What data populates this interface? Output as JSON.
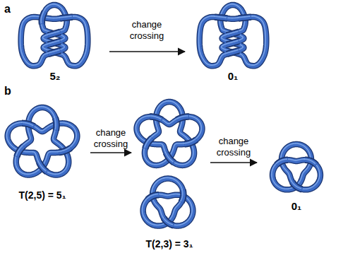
{
  "diagram": {
    "labels": [
      "a",
      "change crossing",
      "5₂",
      "0₁",
      "b",
      "change crossing",
      "change crossing",
      "T(2,5) = 5₁",
      "T(2,3) = 3₁",
      "0₁"
    ]
  }
}
